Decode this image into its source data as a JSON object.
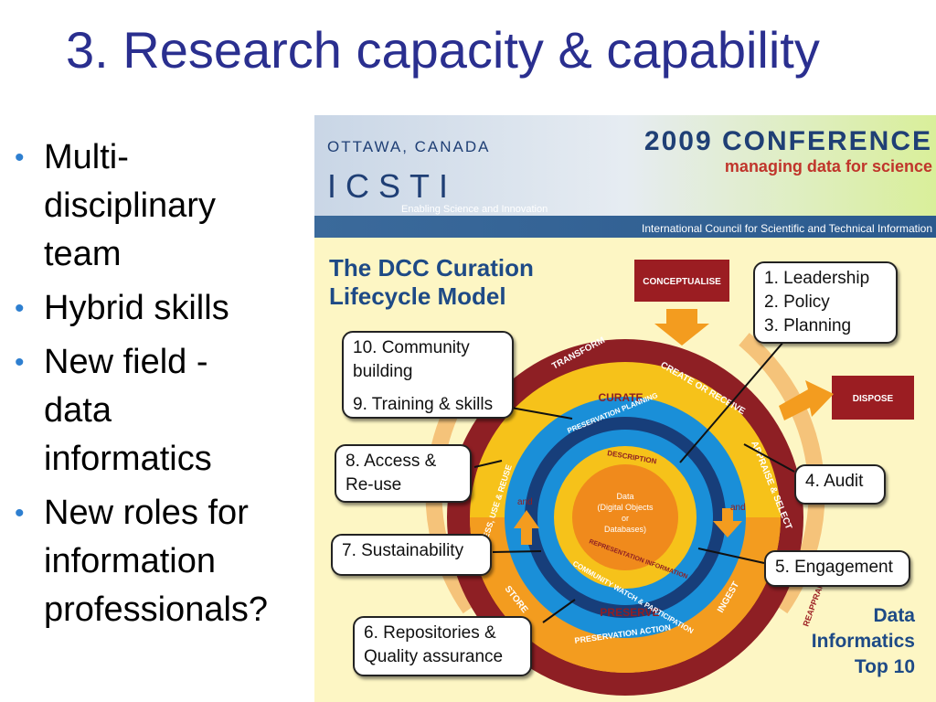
{
  "slide": {
    "title": "3. Research capacity & capability",
    "bullets": [
      {
        "line1": "Multi-",
        "line2": "disciplinary",
        "line3": "team"
      },
      {
        "line1": "Hybrid skills"
      },
      {
        "line1": "New field -",
        "line2": "data",
        "line3": "informatics"
      },
      {
        "line1": "New roles for",
        "line2": "information",
        "line3": "professionals?"
      }
    ]
  },
  "banner": {
    "location": "OTTAWA, CANADA",
    "conference": "2009 CONFERENCE",
    "tagline": "managing data for science",
    "logo": "ICSTI",
    "logo_sub": "Enabling Science and Innovation",
    "council": "International Council for Scientific and Technical Information"
  },
  "model": {
    "title_line1": "The DCC Curation",
    "title_line2": "Lifecycle Model",
    "conceptualise": "CONCEPTUALISE",
    "dispose": "DISPOSE",
    "outer_ring": [
      "TRANSFORM",
      "CREATE OR RECEIVE",
      "APPRAISE & SELECT",
      "INGEST",
      "PRESERVATION ACTION",
      "STORE",
      "ACCESS, USE & REUSE",
      "REAPPRAISE"
    ],
    "curate": "CURATE",
    "preserve": "PRESERVE",
    "inner_rings": [
      "PRESERVATION PLANNING",
      "COMMUNITY WATCH & PARTICIPATION",
      "DESCRIPTION",
      "REPRESENTATION INFORMATION"
    ],
    "and_left": "and",
    "and_right": "and",
    "core": [
      "Data",
      "(Digital Objects",
      "or",
      "Databases)"
    ]
  },
  "callouts": {
    "planning": [
      "1. Leadership",
      "2. Policy",
      "3. Planning"
    ],
    "community": [
      "10. Community",
      "building"
    ],
    "training": "9. Training & skills",
    "access": [
      "8. Access &",
      "Re-use"
    ],
    "audit": "4. Audit",
    "sustainability": "7. Sustainability",
    "engagement": "5. Engagement",
    "repositories": [
      "6. Repositories &",
      "Quality assurance"
    ]
  },
  "top10": [
    "Data",
    "Informatics",
    "Top 10"
  ],
  "colors": {
    "title": "#2a2f8f",
    "bullet": "#2e7fd0",
    "outer_ring": "#8e1f24",
    "orange": "#f39c1f",
    "yellow": "#f6c21a",
    "blue": "#1a8fd8",
    "navy": "#173e7a"
  }
}
